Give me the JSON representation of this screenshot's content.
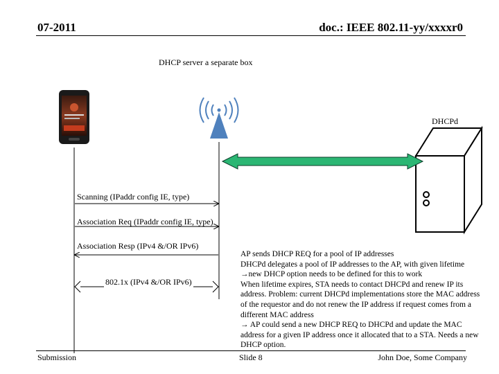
{
  "header": {
    "date": "07-2011",
    "doc": "doc.: IEEE 802.11-yy/xxxxr0"
  },
  "diagram": {
    "title": "DHCP server a separate box",
    "server_label": "DHCPd",
    "messages": [
      "Scanning (IPaddr config IE, type)",
      "Association Req (IPaddr config IE, type)",
      "Association Resp (IPv4 &/OR IPv6)",
      "802.1x (IPv4 &/OR IPv6)"
    ],
    "notes": [
      "AP sends DHCP REQ for a pool of IP addresses",
      "DHCPd delegates a pool of IP addresses to the AP, with given lifetime",
      "→new DHCP option needs to be defined for this to work",
      "When lifetime expires, STA needs to contact DHCPd and renew IP its address. Problem: current DHCPd implementations store the MAC address of the requestor and do not renew the IP address if request comes from a different MAC address",
      "→ AP could send a new DHCP REQ to DHCPd and update the MAC address for a given IP address once it allocated that to a STA. Needs a new DHCP option."
    ],
    "colors": {
      "link_arrow": "#2bb673",
      "link_arrow_outline": "#0b3d2a",
      "ap_icon": "#4f81bd"
    }
  },
  "footer": {
    "left": "Submission",
    "center": "Slide 8",
    "right": "John Doe, Some Company"
  }
}
